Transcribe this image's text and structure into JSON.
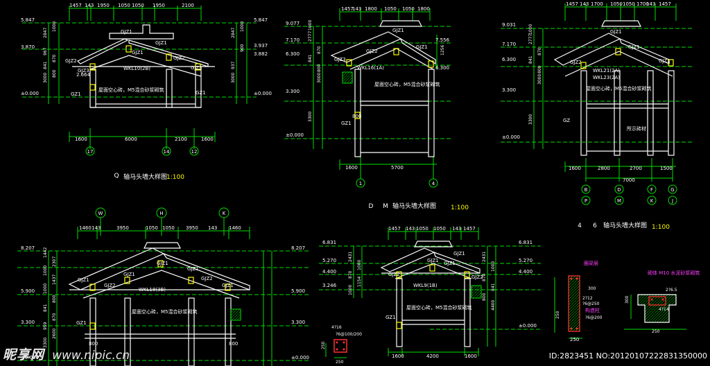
{
  "colors": {
    "dim": "#00e000",
    "wall": "#ffffff",
    "yellow": "#ffff00",
    "red": "#ff3030",
    "magenta": "#ff40ff",
    "grid": "#00c0c0"
  },
  "d1": {
    "top_dims": [
      "1457",
      "143",
      "1950",
      "1050",
      "1050",
      "1950",
      "2100"
    ],
    "elev_left": [
      "5.847",
      "3.870",
      "±0.000"
    ],
    "elev_right": [
      "5.847",
      "3.937",
      "3.882",
      "±0.000"
    ],
    "vdims_left": [
      "2847",
      "870",
      "841",
      "800",
      "967",
      "1000",
      "3000"
    ],
    "vdims_right": [
      "2847",
      "900",
      "937",
      "1000",
      "3000"
    ],
    "labels": [
      "GJZ1",
      "GJZ1",
      "GJZ2",
      "GJZ3",
      "GJZ3",
      "GJZ2",
      "GJZ1",
      "WKL10(2B)",
      "2.664",
      "GZ1",
      "GZ1"
    ],
    "note": "屋面空心砖，M5混合砂浆砌筑",
    "bottom_dims": [
      "1600",
      "6000",
      "2100",
      "1600"
    ],
    "axes": [
      "17",
      "14",
      "12"
    ],
    "title": "轴马头墙大样图",
    "title_axis": "Q",
    "scale": "1:100"
  },
  "d2": {
    "top_dims": [
      "1457",
      "143",
      "1800",
      "1050",
      "1050",
      "1800"
    ],
    "elev_left": [
      "9.077",
      "7.170",
      "6.300",
      "3.300",
      "±0.000"
    ],
    "elev_right": [
      "7.556",
      "6.300"
    ],
    "vdims_left": [
      "2777",
      "870",
      "841",
      "800",
      "1000",
      "3000",
      "3300"
    ],
    "vdims_right": [
      "1256"
    ],
    "labels": [
      "GJZ1",
      "GJZ1",
      "GJZ2",
      "GJZ3",
      "WKL16(1A)",
      "GZ1",
      "800"
    ],
    "note": "屋面空心砖，M5混合砂浆砌筑",
    "bottom_dims": [
      "1600",
      "5700"
    ],
    "axes": [
      "1",
      "4"
    ],
    "title": "轴马头墙大样图",
    "title_axes": [
      "D",
      "M"
    ],
    "scale": "1:100"
  },
  "d3": {
    "top_dims": [
      "1457",
      "143",
      "1700",
      "1050",
      "1050",
      "1700",
      "143",
      "1457"
    ],
    "elev_left": [
      "9.031",
      "7.170",
      "6.300",
      "3.300",
      "±0.000"
    ],
    "vdims_left": [
      "2777",
      "870",
      "841",
      "800",
      "1000",
      "3000",
      "3300"
    ],
    "labels": [
      "GJZ1",
      "GJZ1",
      "GJZ2",
      "GJZ1",
      "WKL21(2A)",
      "WKL23(2A)",
      "GZ",
      "所示砖材"
    ],
    "note": "屋面空心砖，M5混合砂浆砌筑",
    "bottom_dims": [
      "1600",
      "2800",
      "2700",
      "1500",
      "7000"
    ],
    "axes_top": [
      "B",
      "D",
      "F",
      "G"
    ],
    "axes_bot": [
      "P",
      "M",
      "K",
      "J"
    ],
    "title": "轴马头墙大样图",
    "title_axes": [
      "4",
      "6"
    ],
    "scale": "1:100"
  },
  "d4": {
    "axes_top": [
      "W",
      "H",
      "K"
    ],
    "top_dims": [
      "1460",
      "143",
      "3950",
      "1050",
      "1050",
      "3950",
      "143",
      "1460"
    ],
    "elev_left": [
      "8.207",
      "5.900",
      "3.300",
      "±0.000"
    ],
    "elev_right": [
      "8.207",
      "5.900",
      "3.300",
      "±0.000"
    ],
    "vdims_left": [
      "1442",
      "2307",
      "1000",
      "1437",
      "1000",
      "800",
      "841",
      "870",
      "959",
      "2600",
      "3300"
    ],
    "labels": [
      "GJZ1",
      "GJZ1",
      "GJZ2",
      "GJZ2",
      "GJZ1",
      "GJZ1",
      "GZ1",
      "GJZ1",
      "WKL18(3B)",
      "800",
      "800"
    ],
    "note": "屋面空心砖，M5混合砂浆砌筑"
  },
  "d5": {
    "top_dims": [
      "1457",
      "143",
      "1050",
      "1050",
      "143",
      "1457"
    ],
    "elev_left": [
      "6.831",
      "5.270",
      "4.400",
      "3.246"
    ],
    "elev_right": [
      "6.831",
      "5.270",
      "4.400",
      "±0.000"
    ],
    "vdims_left": [
      "2431",
      "1000",
      "870",
      "1154",
      "1000"
    ],
    "vdims_right": [
      "2431",
      "1000",
      "870",
      "841",
      "800",
      "4400"
    ],
    "labels": [
      "GJZ1",
      "GJZ2",
      "GJZ1",
      "GJZ2",
      "GJZ1",
      "WKL9(1B)",
      "GZ1"
    ],
    "note": "屋面空心砖，M5混合砂浆砌筑",
    "bottom_dims": [
      "1600",
      "4200",
      "1600"
    ],
    "small_sec": {
      "top": "4?16",
      "sub": "?6@100/200",
      "w": "250",
      "h": "250"
    }
  },
  "d6": {
    "label_a": "圈梁层",
    "label_b": "构造柱",
    "label_c": "砌体 M10 水泥砂浆砌筑",
    "rebar1": "2?12",
    "rebar2": "?6@250",
    "rebar3": "?6@200",
    "rebar4": "4?14",
    "rebar5": "2?6.5",
    "dim1": "300",
    "dim2": "250",
    "dim3": "300",
    "dim4": "250",
    "dim5": "250"
  },
  "watermark": {
    "logo": "昵享网",
    "url": "www.nipic.cn",
    "id": "ID:2823451 NO:20120107222831350000"
  }
}
